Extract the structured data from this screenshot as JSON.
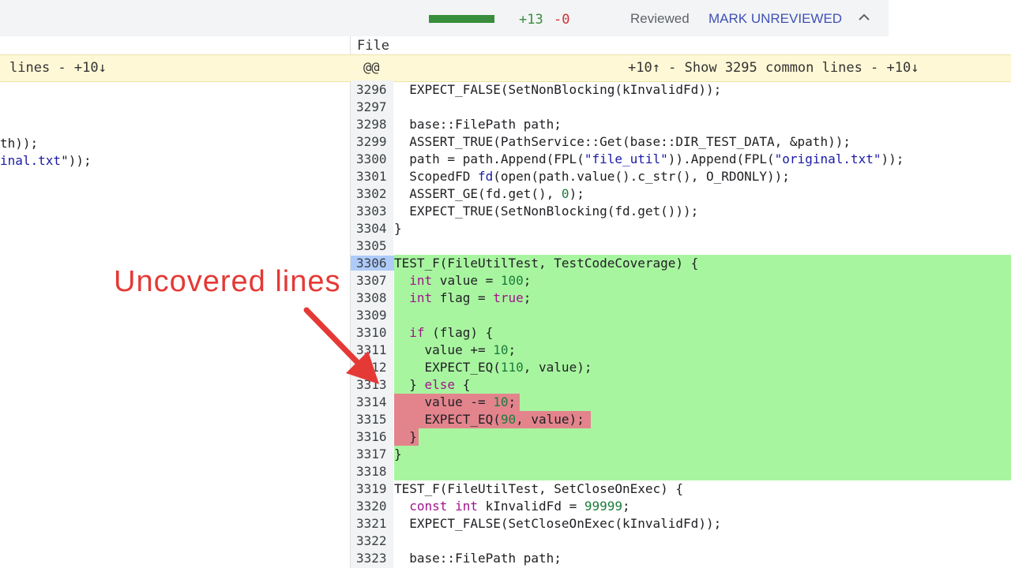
{
  "header": {
    "added": "+13",
    "removed": "-0",
    "reviewed_label": "Reviewed",
    "mark_button": "MARK UNREVIEWED",
    "collapse_icon": "chevron-up-icon",
    "colors": {
      "coverage_bar": "#388e3c",
      "added": "#388e3c",
      "removed": "#d32f2f",
      "link": "#3f51b5"
    }
  },
  "file_label": "File",
  "banner": {
    "left": "lines - +10↓",
    "at": "@@",
    "right": "+10↑ - Show 3295 common lines - +10↓"
  },
  "left_side": {
    "line_1": "th));",
    "line_2_a": "inal.txt",
    "line_2_b": "\"));"
  },
  "lines": [
    {
      "n": "3296",
      "code": "  EXPECT_FALSE(SetNonBlocking(kInvalidFd));"
    },
    {
      "n": "3297",
      "code": ""
    },
    {
      "n": "3298",
      "code": "  base::FilePath path;"
    },
    {
      "n": "3299",
      "code": "  ASSERT_TRUE(PathService::Get(base::DIR_TEST_DATA, &path));"
    },
    {
      "n": "3300",
      "p1": "  path = path.Append(FPL(",
      "s1": "\"file_util\"",
      "p2": ")).Append(FPL(",
      "s2": "\"original.txt\"",
      "p3": "));"
    },
    {
      "n": "3301",
      "p1": "  ScopedFD ",
      "s1": "fd",
      "p2": "(open(path.value().c_str(), O_RDONLY));"
    },
    {
      "n": "3302",
      "p1": "  ASSERT_GE(fd.get(), ",
      "num": "0",
      "p2": ");"
    },
    {
      "n": "3303",
      "code": "  EXPECT_TRUE(SetNonBlocking(fd.get()));"
    },
    {
      "n": "3304",
      "code": "}"
    },
    {
      "n": "3305",
      "code": ""
    },
    {
      "n": "3306",
      "code": "TEST_F(FileUtilTest, TestCodeCoverage) {"
    },
    {
      "n": "3307",
      "kw": "int",
      "p1": " value = ",
      "num": "100",
      "p2": ";"
    },
    {
      "n": "3308",
      "kw": "int",
      "p1": " flag = ",
      "kw2": "true",
      "p2": ";"
    },
    {
      "n": "3309",
      "code": ""
    },
    {
      "n": "3310",
      "kw": "if",
      "p1": " (flag) {"
    },
    {
      "n": "3311",
      "p1": "    value += ",
      "num": "10",
      "p2": ";"
    },
    {
      "n": "3312",
      "p1": "    EXPECT_EQ(",
      "num": "110",
      "p2": ", value);"
    },
    {
      "n": "3313",
      "p1": "  } ",
      "kw2": "else",
      "p2": " {"
    },
    {
      "n": "3314",
      "p1": "    value -= ",
      "num": "10",
      "p2": ";"
    },
    {
      "n": "3315",
      "p1": "    EXPECT_EQ(",
      "num": "90",
      "p2": ", value);"
    },
    {
      "n": "3316",
      "code": "  }"
    },
    {
      "n": "3317",
      "code": "}"
    },
    {
      "n": "3318",
      "code": ""
    },
    {
      "n": "3319",
      "code": "TEST_F(FileUtilTest, SetCloseOnExec) {"
    },
    {
      "n": "3320",
      "kw": "const",
      "p1": " ",
      "kw2": "int",
      "p2": " kInvalidFd = ",
      "num": "99999",
      "p3": ";"
    },
    {
      "n": "3321",
      "code": "  EXPECT_FALSE(SetCloseOnExec(kInvalidFd));"
    },
    {
      "n": "3322",
      "code": ""
    },
    {
      "n": "3323",
      "code": "  base::FilePath path;"
    }
  ],
  "annotation": "Uncovered lines",
  "highlight_colors": {
    "covered": "#a8f5a0",
    "uncovered": "#e3848d",
    "current_line": "#aecbfa",
    "annotation": "#e53935"
  }
}
